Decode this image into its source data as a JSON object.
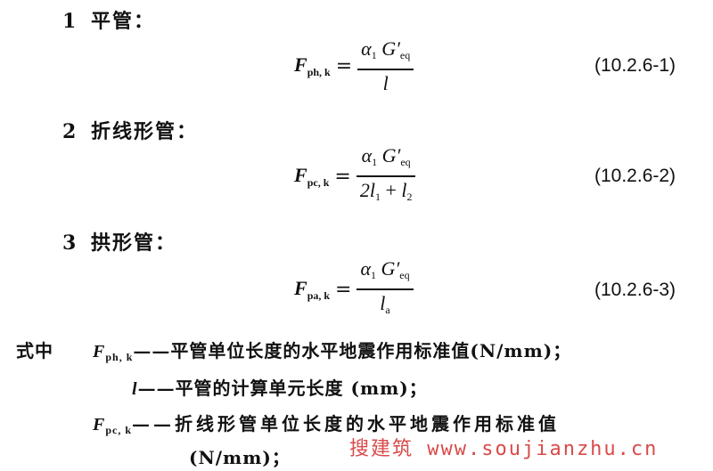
{
  "items": [
    {
      "num": "1",
      "label": "平管："
    },
    {
      "num": "2",
      "label": "折线形管："
    },
    {
      "num": "3",
      "label": "拱形管："
    }
  ],
  "formulas": [
    {
      "lhs": "F",
      "lhs_sub": "ph, k",
      "eq": "=",
      "num_alpha": "α",
      "num_alpha_sub": "1",
      "num_G": "G",
      "num_prime": "′",
      "num_G_sub": "eq",
      "den": "l",
      "number": "(10.2.6-1)"
    },
    {
      "lhs": "F",
      "lhs_sub": "pc, k",
      "eq": "=",
      "num_alpha": "α",
      "num_alpha_sub": "1",
      "num_G": "G",
      "num_prime": "′",
      "num_G_sub": "eq",
      "den_a": "2l",
      "den_a_sub": "1",
      "den_plus": " + ",
      "den_b": "l",
      "den_b_sub": "2",
      "number": "(10.2.6-2)"
    },
    {
      "lhs": "F",
      "lhs_sub": "pa, k",
      "eq": "=",
      "num_alpha": "α",
      "num_alpha_sub": "1",
      "num_G": "G",
      "num_prime": "′",
      "num_G_sub": "eq",
      "den": "l",
      "den_sub": "a",
      "number": "(10.2.6-3)"
    }
  ],
  "definitions": {
    "intro": "式中",
    "lines": [
      {
        "sym": "F",
        "sym_sub": "ph, k",
        "text": "——平管单位长度的水平地震作用标准值(N/mm)；"
      },
      {
        "sym": "l",
        "sym_sub": "",
        "text": "——平管的计算单元长度 (mm)；"
      },
      {
        "sym": "F",
        "sym_sub": "pc, k",
        "text": "——折线形管单位长度的水平地震作用标准值"
      },
      {
        "sym": "",
        "sym_sub": "",
        "text": "(N/mm)；"
      }
    ]
  },
  "watermark": "搜建筑 www.soujianzhu.cn"
}
